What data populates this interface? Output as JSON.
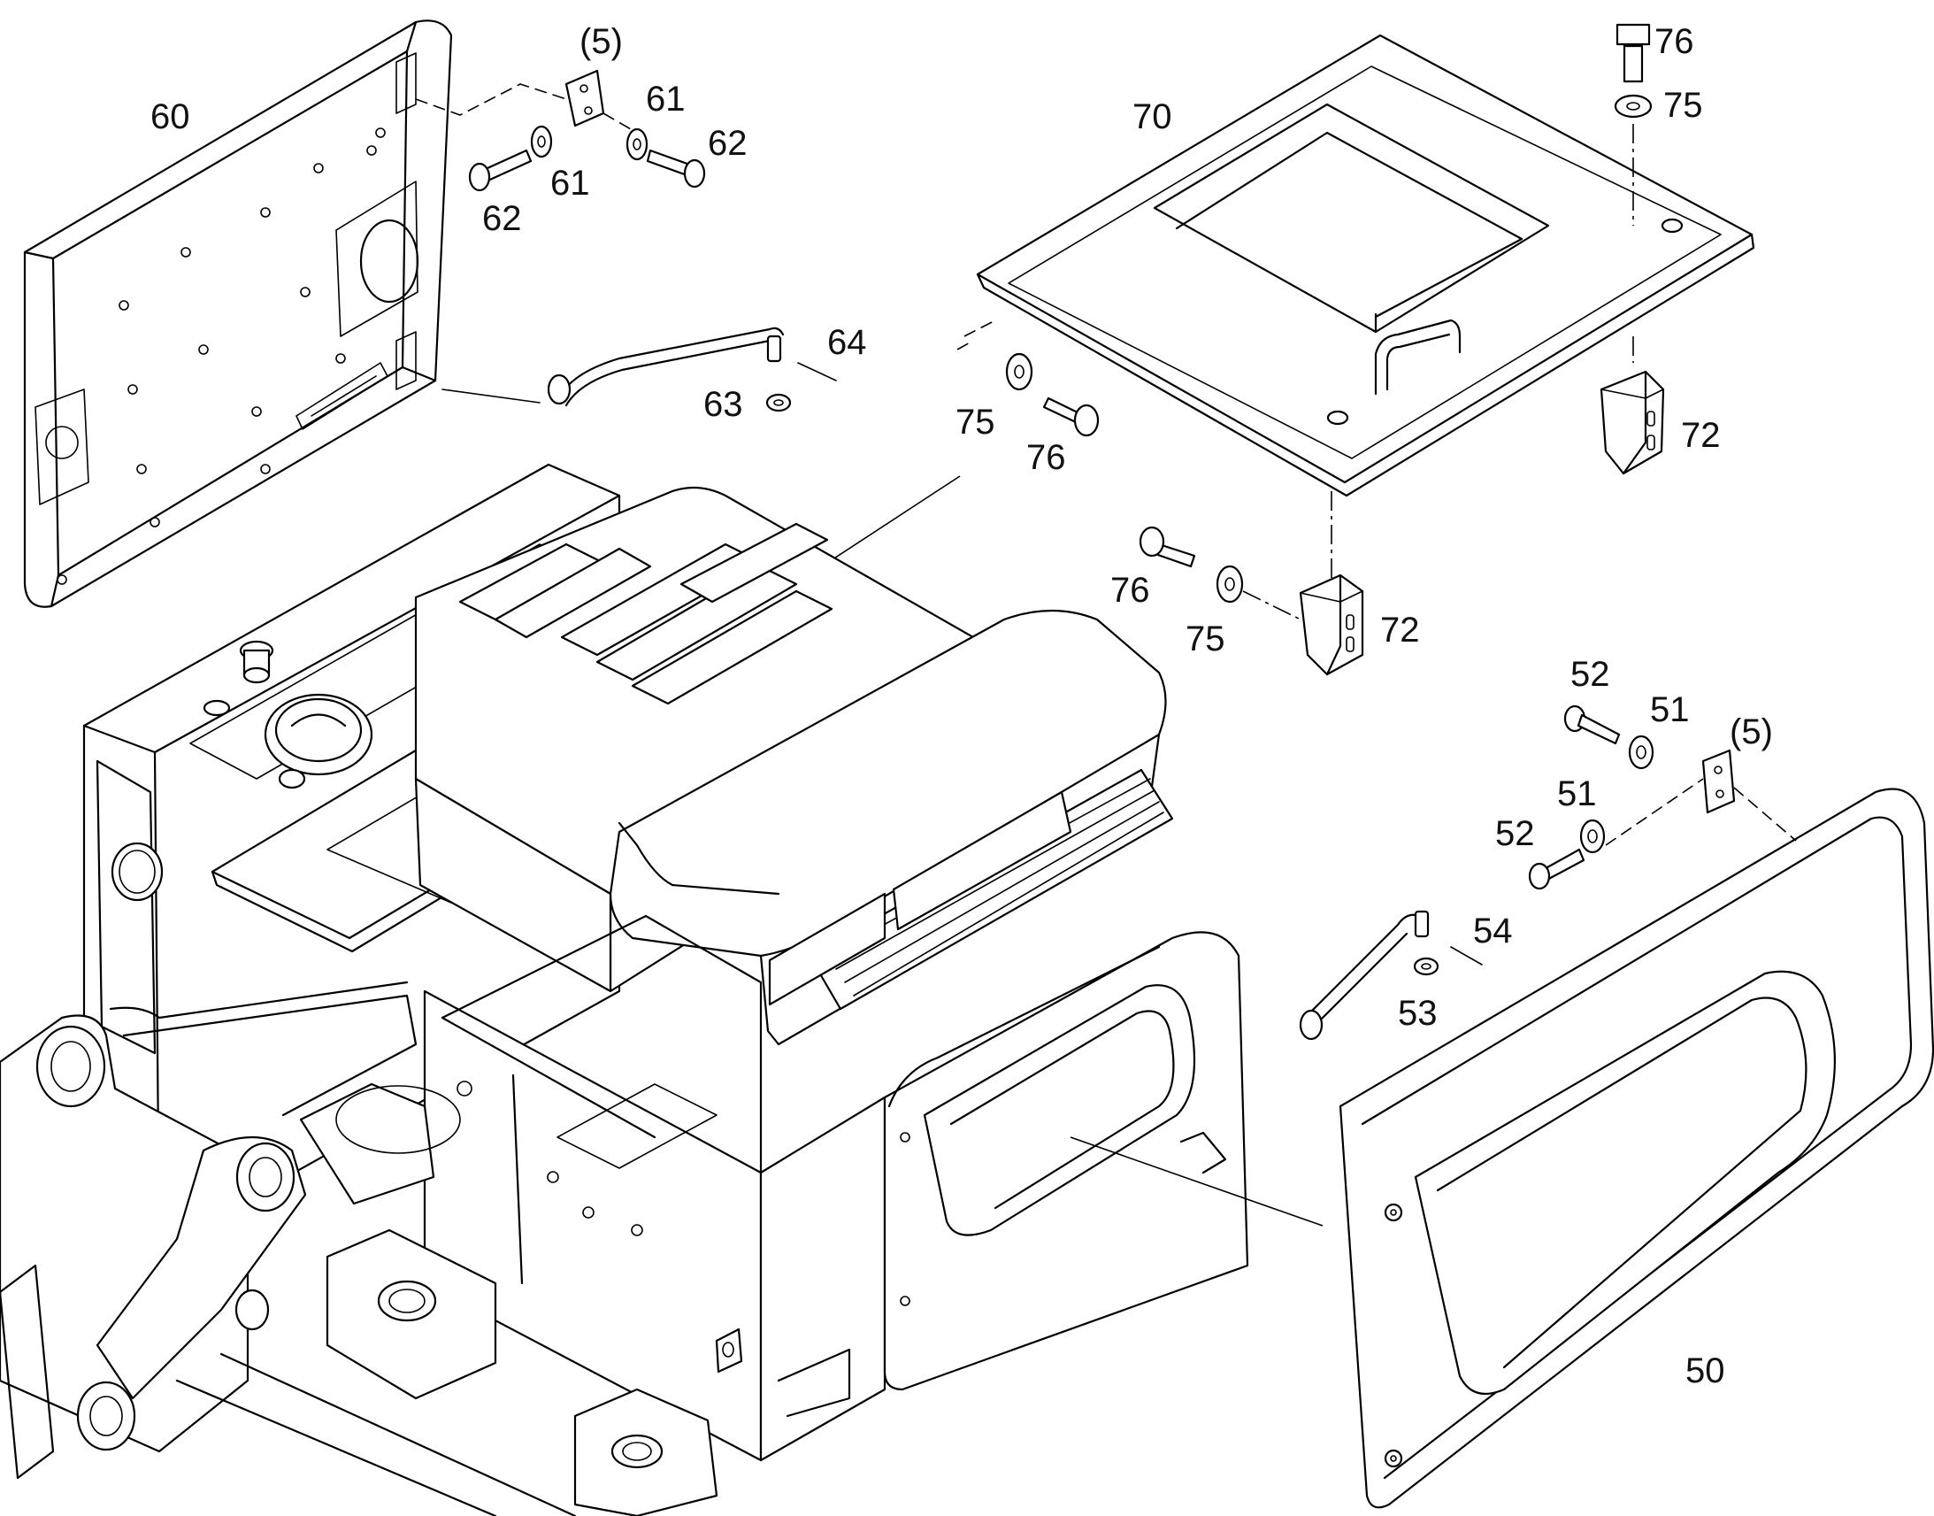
{
  "labels": {
    "p60": "60",
    "p5a": "(5)",
    "p61a": "61",
    "p62a": "62",
    "p61b": "61",
    "p62b": "62",
    "p64": "64",
    "p63": "63",
    "p70": "70",
    "p76a": "76",
    "p75a": "75",
    "p75b": "75",
    "p76b": "76",
    "p72a": "72",
    "p76c": "76",
    "p75c": "75",
    "p72b": "72",
    "p52a": "52",
    "p51a": "51",
    "p5b": "(5)",
    "p51b": "51",
    "p52b": "52",
    "p54": "54",
    "p53": "53",
    "p50": "50"
  }
}
